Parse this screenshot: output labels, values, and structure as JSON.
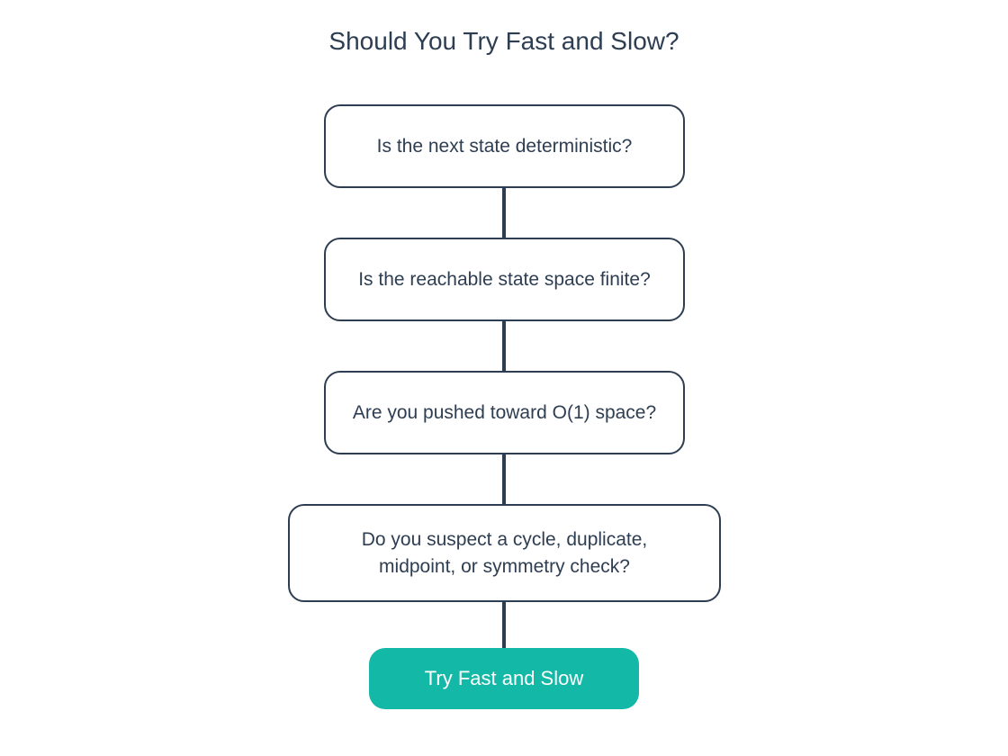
{
  "title": "Should You Try Fast and Slow?",
  "nodes": [
    {
      "label": "Is the next state deterministic?"
    },
    {
      "label": "Is the reachable state space finite?"
    },
    {
      "label": "Are you pushed toward O(1) space?"
    },
    {
      "label": "Do you suspect a cycle, duplicate,\nmidpoint, or symmetry check?"
    }
  ],
  "terminal": {
    "label": "Try Fast and Slow"
  },
  "colors": {
    "stroke": "#2e3e52",
    "terminal_fill": "#14b8a6",
    "terminal_text": "#ffffff"
  }
}
